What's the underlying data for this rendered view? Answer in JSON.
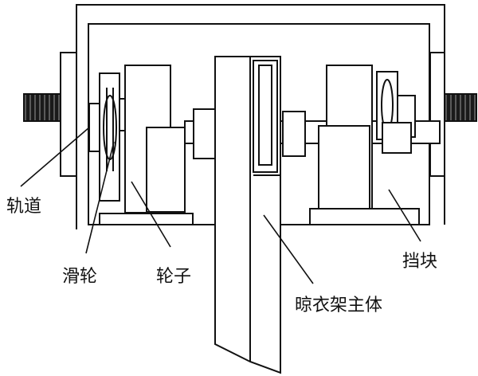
{
  "diagram": {
    "labels": {
      "track": "轨道",
      "pulley": "滑轮",
      "wheel": "轮子",
      "rack_body": "晾衣架主体",
      "stopper": "挡块"
    }
  }
}
